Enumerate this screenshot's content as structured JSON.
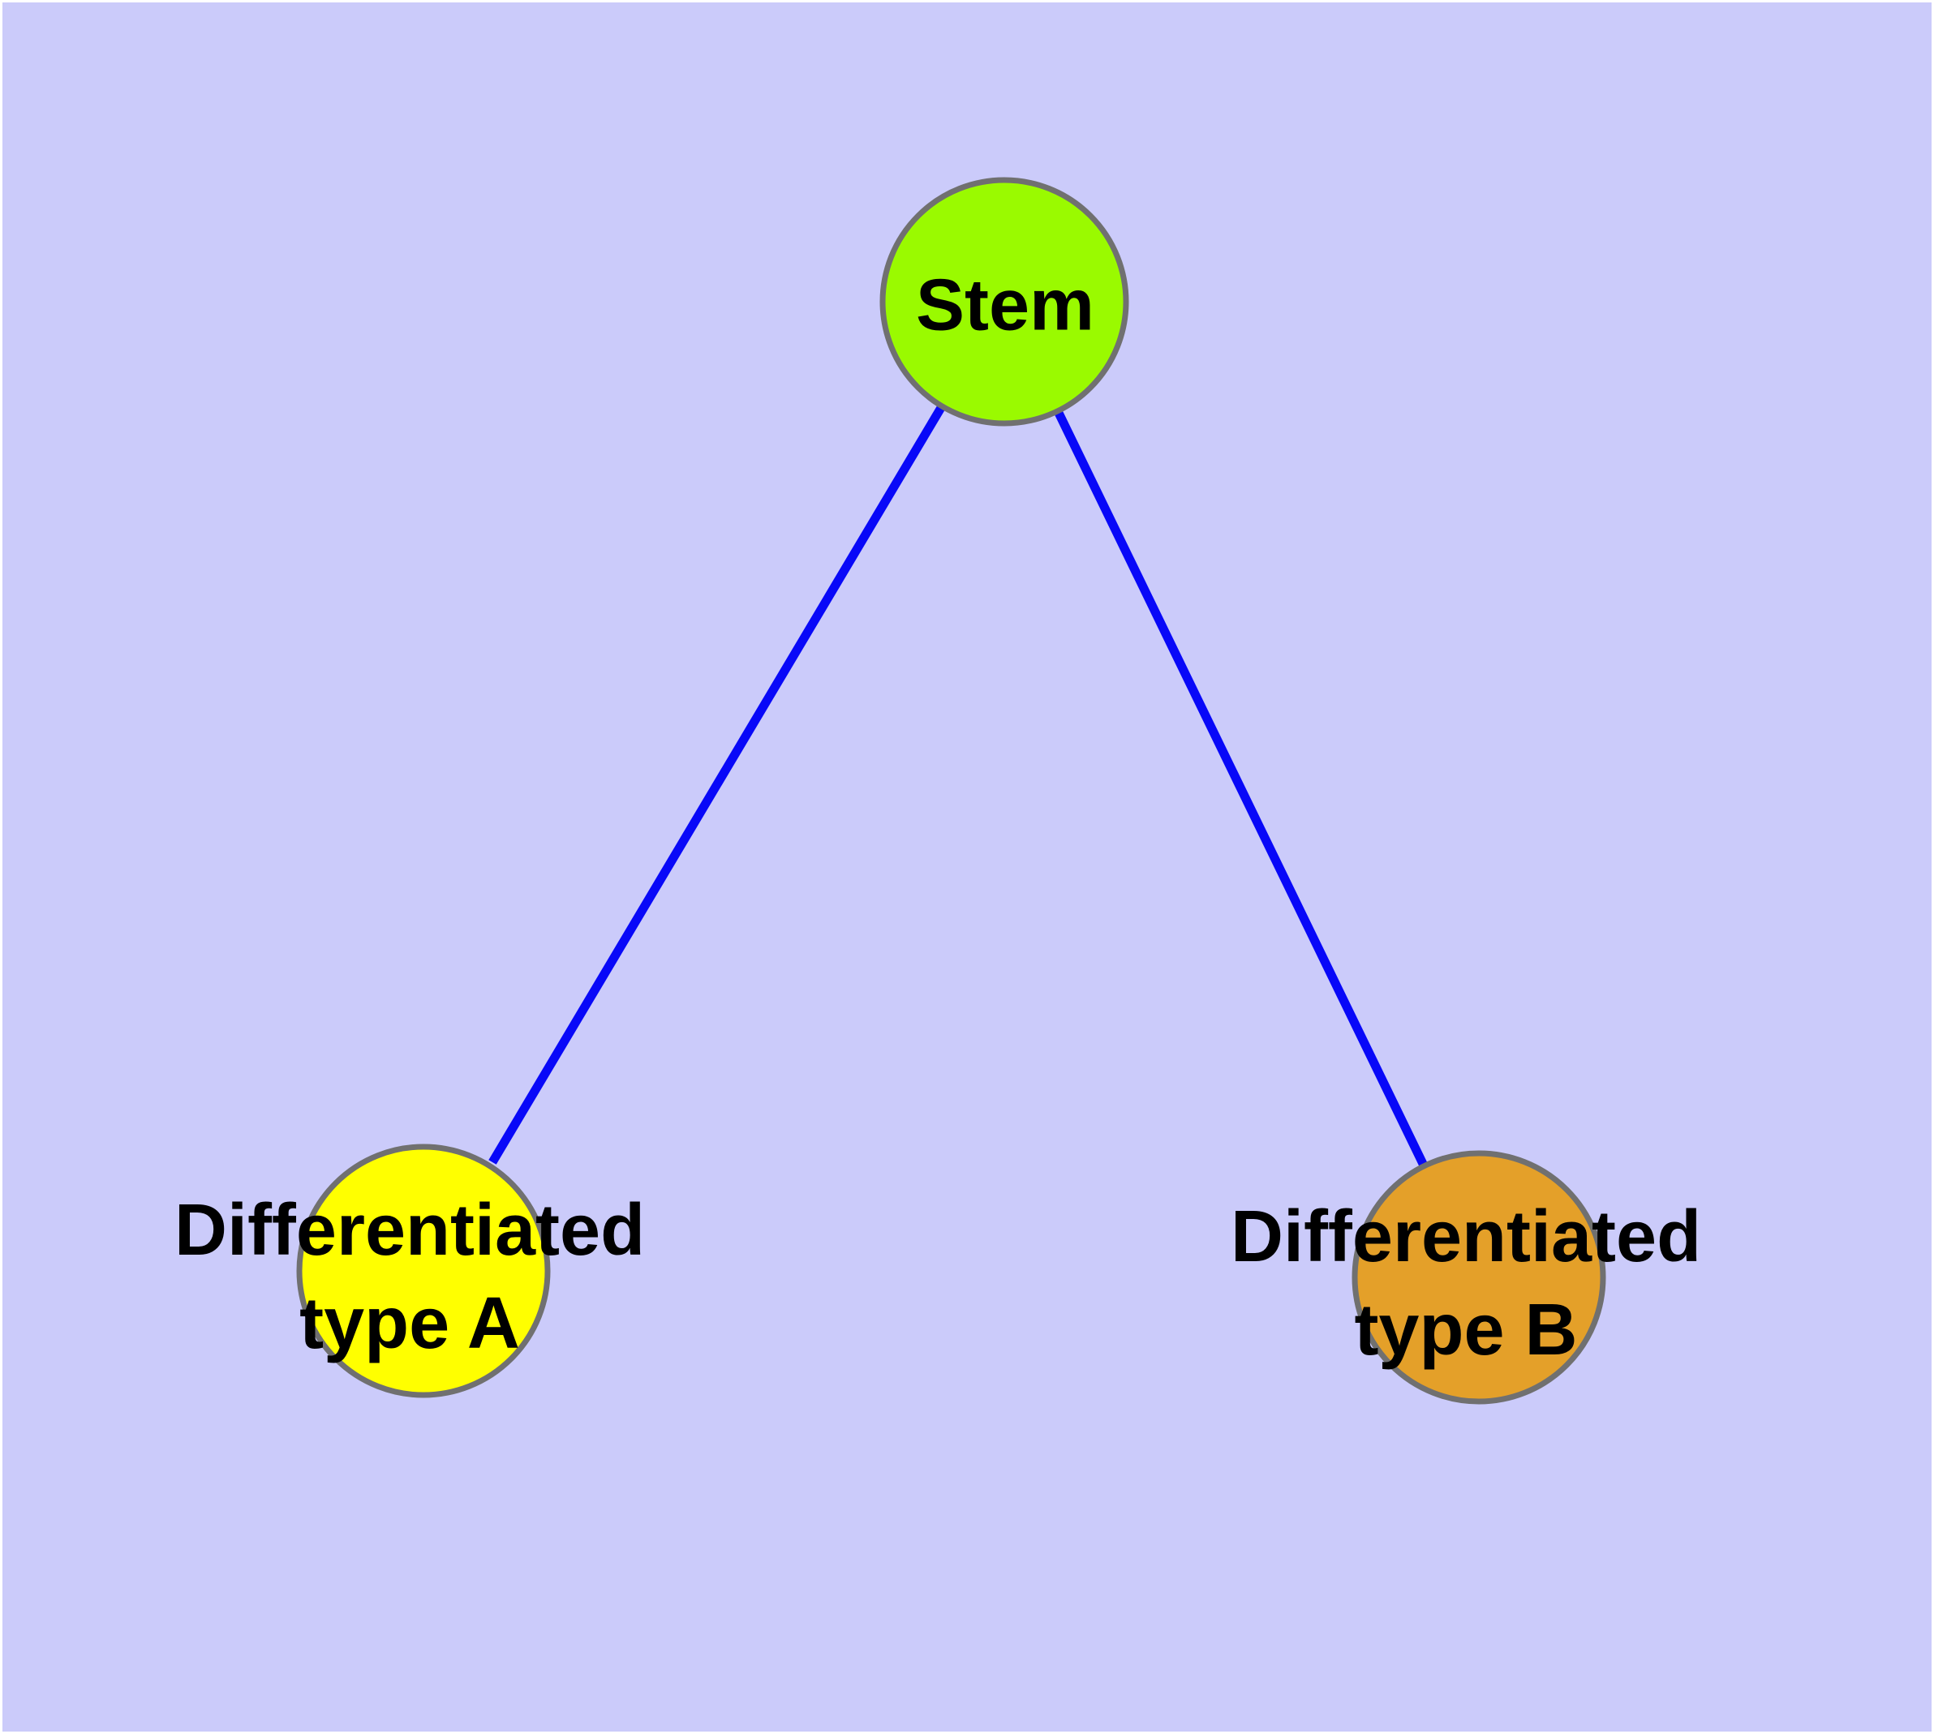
{
  "diagram": {
    "type": "graph",
    "description": "Stem cell differentiation tree: one stem node with two differentiated child nodes",
    "background_color": "#cbcbfa",
    "frame_color": "#ffffff",
    "label_color": "#000000",
    "node_border": {
      "color": "#707070"
    },
    "edge": {
      "color": "#0808f8"
    },
    "nodes": {
      "stem": {
        "label": "Stem",
        "fill": "#9afa00"
      },
      "type_a": {
        "line1": "Differentiated",
        "line2": "type A",
        "fill": "#ffff00"
      },
      "type_b": {
        "line1": "Differentiated",
        "line2": "type B",
        "fill": "#e4a029"
      }
    },
    "edges": [
      {
        "from": "Stem",
        "to": "Differentiated type A"
      },
      {
        "from": "Stem",
        "to": "Differentiated type B"
      }
    ]
  }
}
